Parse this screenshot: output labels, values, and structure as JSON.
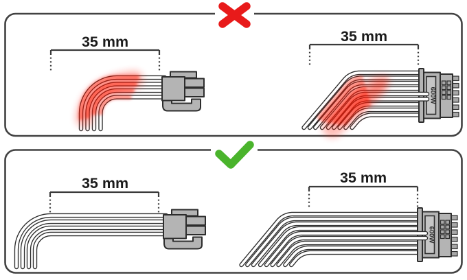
{
  "panels": [
    {
      "id": "top",
      "meaning": "incorrect-cable-bend",
      "badge_icon": "x-icon",
      "measure_left": "35 mm",
      "measure_right": "35 mm"
    },
    {
      "id": "bottom",
      "meaning": "correct-cable-bend",
      "badge_icon": "check-icon",
      "measure_left": "35 mm",
      "measure_right": "35 mm"
    }
  ],
  "connector": {
    "power_label": "600W"
  },
  "colors": {
    "error_red": "#e81a1a",
    "ok_green": "#4ab42c",
    "stress_glow_red": "#ff1500",
    "wire_outline": "#2d2d2d",
    "connector_gray": "#b4b4b4",
    "panel_border": "#424242"
  }
}
